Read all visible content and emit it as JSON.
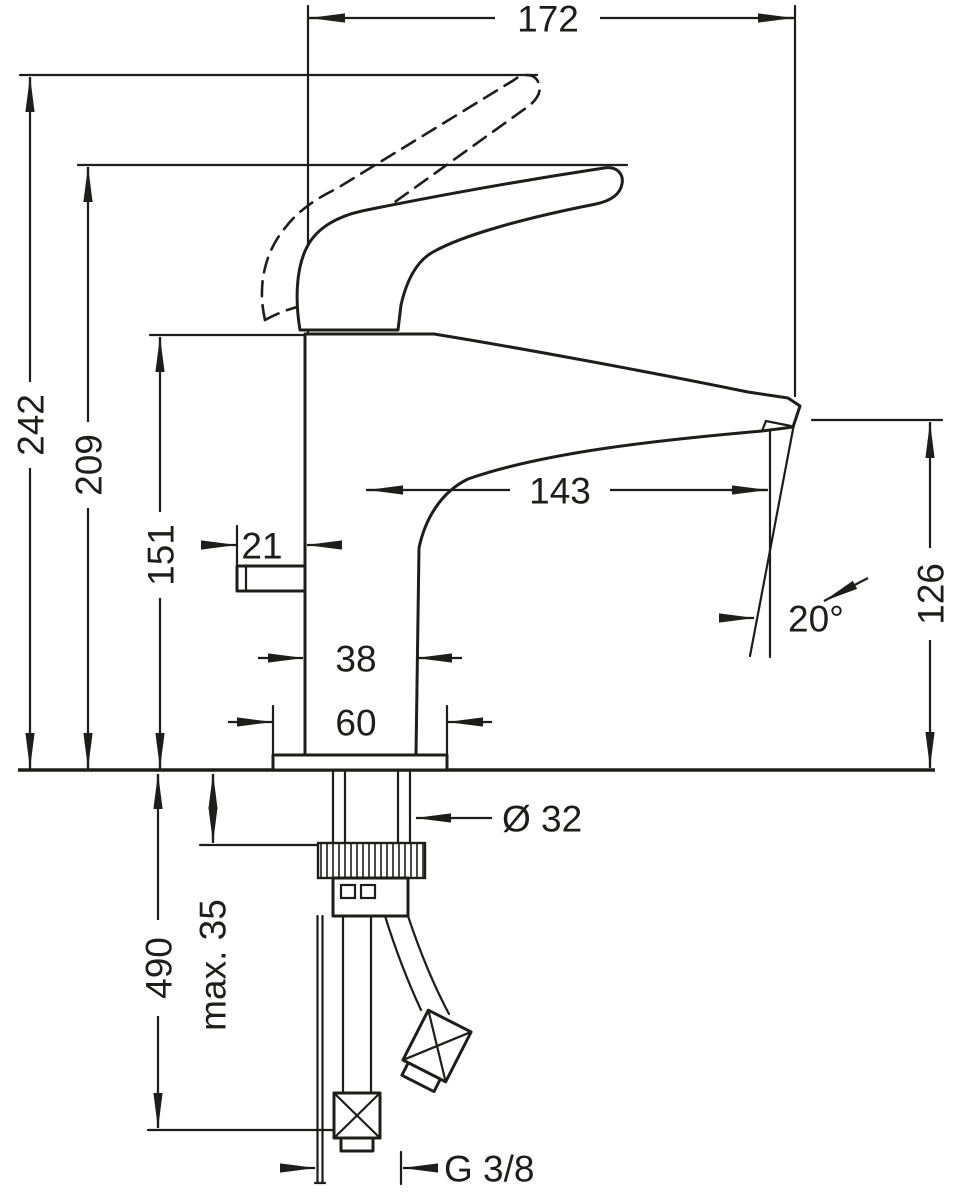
{
  "drawing": {
    "kind": "technical dimension drawing",
    "subject": "single-lever basin mixer faucet, side elevation with below-deck installation parts",
    "units": "mm",
    "line_color": "#1d1d1b",
    "background": "#ffffff"
  },
  "dimensions": {
    "overall_projection": "172",
    "total_height_lever_open": "242",
    "lever_height": "209",
    "body_height": "151",
    "pin_length": "21",
    "body_width": "38",
    "base_width": "60",
    "spout_projection": "143",
    "spout_outlet_height": "126",
    "stream_angle": "20°",
    "mounting_hole_diameter": "Ø 32",
    "max_counter_thickness": "max. 35",
    "hose_length": "490",
    "connection_thread": "G 3/8"
  }
}
